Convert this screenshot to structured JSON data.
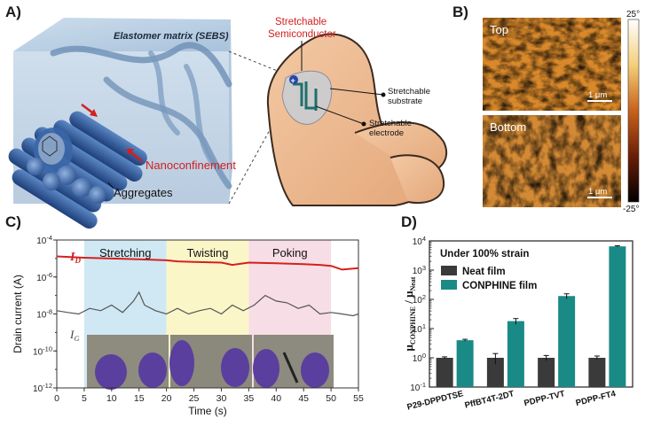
{
  "panels": {
    "a": {
      "label": "A)",
      "elastomer": "Elastomer matrix (SEBS)",
      "nanoconfinement": "Nanoconfinement",
      "aggregates": "Aggregates",
      "semiconductor_line1": "Stretchable",
      "semiconductor_line2": "Semiconductor",
      "substrate_line1": "Stretchable",
      "substrate_line2": "substrate",
      "electrode_line1": "Stretchable",
      "electrode_line2": "electrode",
      "plus_symbol": "+"
    },
    "b": {
      "label": "B)",
      "top": "Top",
      "bottom": "Bottom",
      "scale_bar": "1 μm",
      "colorbar_max": "25°",
      "colorbar_min": "-25°"
    },
    "c": {
      "label": "C)",
      "ylabel": "Drain current (A)",
      "xlabel": "Time (s)",
      "region_stretch": "Stretching",
      "region_twist": "Twisting",
      "region_poke": "Poking",
      "id_label": "I",
      "id_sub": "D",
      "ig_label": "I",
      "ig_sub": "G",
      "colors": {
        "stretch": "#cfe8f3",
        "twist": "#fbf6c8",
        "poke": "#f7dde5",
        "id": "#d42020",
        "ig": "#555555"
      }
    },
    "d": {
      "label": "D)",
      "ylabel_main": "μ",
      "ylabel_sub1": "CONPHINE",
      "ylabel_sep": " / μ",
      "ylabel_sub2": "Neat",
      "condition": "Under 100% strain",
      "colors": {
        "neat": "#3a3a3a",
        "conphine": "#1a8a86"
      }
    }
  },
  "chart_data": [
    {
      "type": "line",
      "panel": "C",
      "xlabel": "Time (s)",
      "ylabel": "Drain current (A)",
      "xlim": [
        0,
        55
      ],
      "y_scale": "log",
      "ylim": [
        1e-12,
        0.0001
      ],
      "x_ticks": [
        "0",
        "5",
        "10",
        "15",
        "20",
        "25",
        "30",
        "35",
        "40",
        "45",
        "50",
        "55"
      ],
      "y_ticks": [
        "10^-12",
        "10^-10",
        "10^-8",
        "10^-6",
        "10^-4"
      ],
      "regions": [
        {
          "name": "Stretching",
          "x": [
            5,
            20
          ]
        },
        {
          "name": "Twisting",
          "x": [
            20,
            35
          ]
        },
        {
          "name": "Poking",
          "x": [
            35,
            50
          ]
        }
      ],
      "series": [
        {
          "name": "ID",
          "x": [
            0,
            5,
            10,
            15,
            20,
            22,
            25,
            30,
            32,
            35,
            40,
            45,
            48,
            50,
            52,
            55
          ],
          "y": [
            1.3e-05,
            1.1e-05,
            1e-05,
            9e-06,
            8e-06,
            7e-06,
            6.5e-06,
            6e-06,
            4.5e-06,
            6e-06,
            5.5e-06,
            5e-06,
            4.5e-06,
            4e-06,
            2.5e-06,
            3e-06
          ]
        },
        {
          "name": "IG",
          "x": [
            0,
            2,
            4,
            6,
            8,
            10,
            12,
            14,
            15,
            16,
            18,
            20,
            22,
            24,
            26,
            28,
            30,
            32,
            34,
            36,
            38,
            40,
            42,
            44,
            46,
            48,
            50,
            52,
            54,
            55
          ],
          "y": [
            1.5e-08,
            1.2e-08,
            1e-08,
            2e-08,
            1.5e-08,
            3e-08,
            1.2e-08,
            5e-08,
            1.5e-07,
            3e-08,
            1.5e-08,
            1e-08,
            2e-08,
            1e-08,
            1.5e-08,
            2e-08,
            1e-08,
            3e-08,
            1.5e-08,
            3e-08,
            1e-07,
            5e-08,
            4e-08,
            2e-08,
            3e-08,
            1e-08,
            1.2e-08,
            1e-08,
            8e-09,
            1e-08
          ]
        }
      ]
    },
    {
      "type": "bar",
      "panel": "D",
      "y_scale": "log",
      "ylim": [
        0.1,
        10000
      ],
      "y_ticks": [
        "10^-1",
        "10^0",
        "10^1",
        "10^2",
        "10^3",
        "10^4"
      ],
      "categories": [
        "P29-DPPDTSE",
        "PffBT4T-2DT",
        "PDPP-TVT",
        "PDPP-FT4"
      ],
      "series": [
        {
          "name": "Neat film",
          "values": [
            1,
            1,
            1,
            1
          ],
          "error": [
            0.08,
            0.4,
            0.2,
            0.15
          ]
        },
        {
          "name": "CONPHINE film",
          "values": [
            4,
            18,
            130,
            6500
          ],
          "error": [
            0.3,
            4,
            25,
            300
          ]
        }
      ]
    }
  ]
}
